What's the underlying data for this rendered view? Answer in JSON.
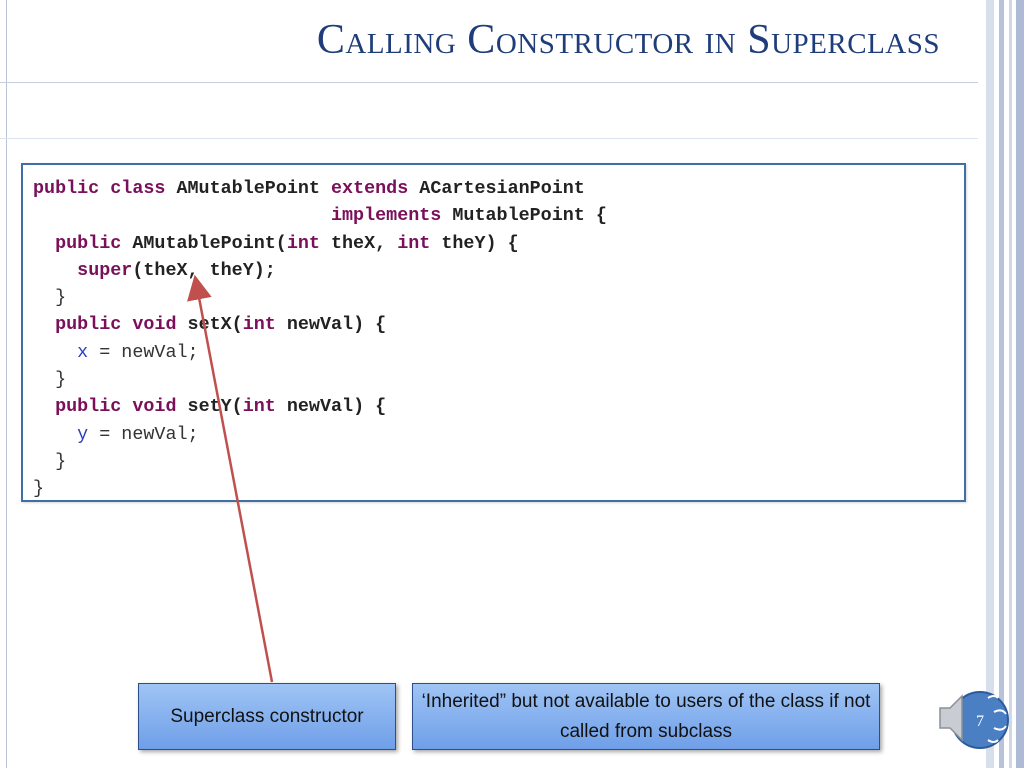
{
  "slide": {
    "title": "Calling Constructor in Superclass",
    "page_number": "7"
  },
  "code": {
    "line1": {
      "kw1": "public",
      "sp1": " ",
      "kw2": "class",
      "txt1": " AMutablePoint ",
      "kw3": "extends",
      "txt2": " ACartesianPoint"
    },
    "line2": {
      "indent": "                           ",
      "kw1": "implements",
      "txt1": " MutablePoint {"
    },
    "line3": {
      "indent": "  ",
      "kw1": "public",
      "txt1": " AMutablePoint(",
      "kw2": "int",
      "txt2": " theX, ",
      "kw3": "int",
      "txt3": " theY) {"
    },
    "line4": {
      "indent": "    ",
      "kw1": "super",
      "txt1": "(theX, theY);"
    },
    "line5": {
      "indent": "  ",
      "txt1": "}"
    },
    "line6": {
      "indent": "  ",
      "kw1": "public",
      "sp1": " ",
      "kw2": "void",
      "txt1": " setX(",
      "kw3": "int",
      "txt2": " newVal) {"
    },
    "line7": {
      "indent": "    ",
      "fld": "x",
      "txt1": " = newVal;"
    },
    "line8": {
      "indent": "  ",
      "txt1": "}"
    },
    "line9": {
      "indent": "  ",
      "kw1": "public",
      "sp1": " ",
      "kw2": "void",
      "txt1": " setY(",
      "kw3": "int",
      "txt2": " newVal) {"
    },
    "line10": {
      "indent": "    ",
      "fld": "y",
      "txt1": " = newVal;"
    },
    "line11": {
      "indent": "  ",
      "txt1": "}"
    },
    "line12": {
      "indent": "",
      "txt1": "}"
    }
  },
  "callouts": {
    "superclass_constructor": "Superclass constructor",
    "inherited_note": "‘Inherited” but not available to users of the class if not called from subclass"
  },
  "icons": {
    "audio": "speaker-icon"
  },
  "colors": {
    "title": "#1f3d7a",
    "keyword": "#7a0f5a",
    "field": "#2a3fbf",
    "code_border": "#3f6fa4",
    "callout_fill": "#8ab3f0",
    "arrow": "#c0504d"
  }
}
